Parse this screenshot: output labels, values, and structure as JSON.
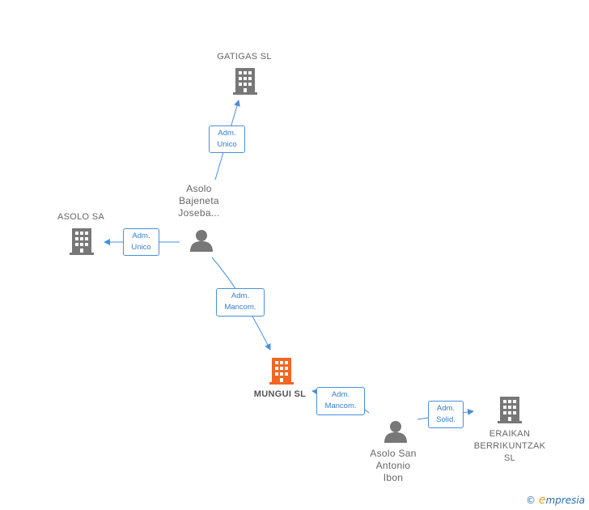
{
  "colors": {
    "edge": "#4a8fd8",
    "company_icon": "#777777",
    "main_company_icon": "#f26522",
    "person_icon": "#777777"
  },
  "nodes": {
    "gatigas": {
      "label": "GATIGAS  SL",
      "icon": "building-icon"
    },
    "asolo_sa": {
      "label": "ASOLO SA",
      "icon": "building-icon"
    },
    "asolo_bajeneta": {
      "label": "Asolo\nBajeneta\nJoseba...",
      "icon": "person-icon"
    },
    "mungui": {
      "label": "MUNGUI  SL",
      "icon": "building-icon"
    },
    "asolo_san_antonio": {
      "label": "Asolo San\nAntonio\nIbon",
      "icon": "person-icon"
    },
    "eraikan": {
      "label": "ERAIKAN\nBERRIKUNTZAK\nSL",
      "icon": "building-icon"
    }
  },
  "edges": [
    {
      "from": "asolo_bajeneta",
      "to": "gatigas",
      "label": "Adm.\nUnico"
    },
    {
      "from": "asolo_bajeneta",
      "to": "asolo_sa",
      "label": "Adm.\nUnico"
    },
    {
      "from": "asolo_bajeneta",
      "to": "mungui",
      "label": "Adm.\nMancom."
    },
    {
      "from": "asolo_san_antonio",
      "to": "mungui",
      "label": "Adm.\nMancom."
    },
    {
      "from": "asolo_san_antonio",
      "to": "eraikan",
      "label": "Adm.\nSolid."
    }
  ],
  "brand": {
    "copyright": "©",
    "initial": "e",
    "rest": "mpresia"
  }
}
